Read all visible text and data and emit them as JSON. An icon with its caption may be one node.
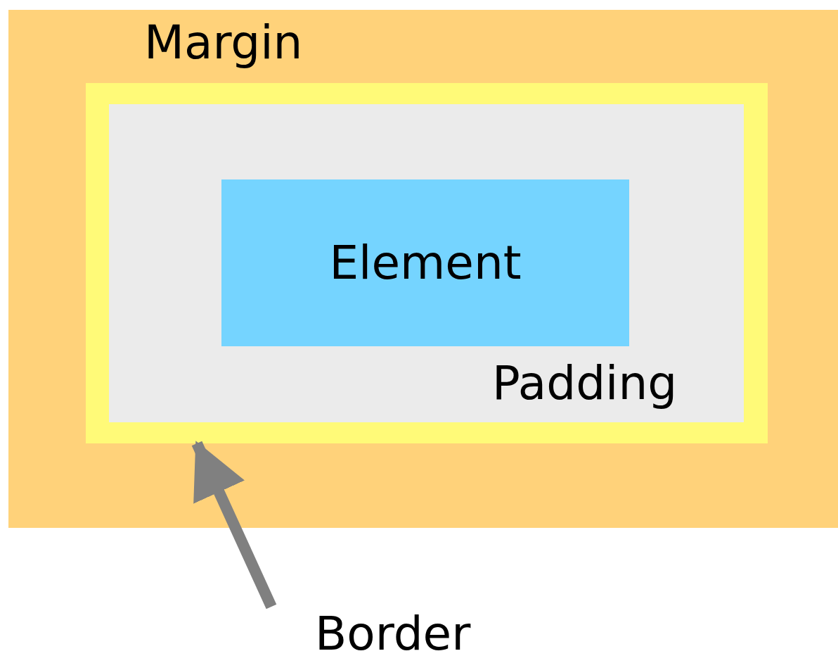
{
  "diagram": {
    "nodes": [
      {
        "text": [
          "Margin"
        ]
      },
      {
        "text": [],
        "shape": "box",
        "in": 0
      },
      {
        "text": [
          "Padding"
        ],
        "in": 1
      },
      {
        "text": [
          "Element"
        ],
        "in": 2
      },
      {
        "text": [
          "Border"
        ]
      }
    ],
    "edges": [
      {
        "from": 4,
        "to": 1,
        "arrow": "to"
      }
    ]
  }
}
